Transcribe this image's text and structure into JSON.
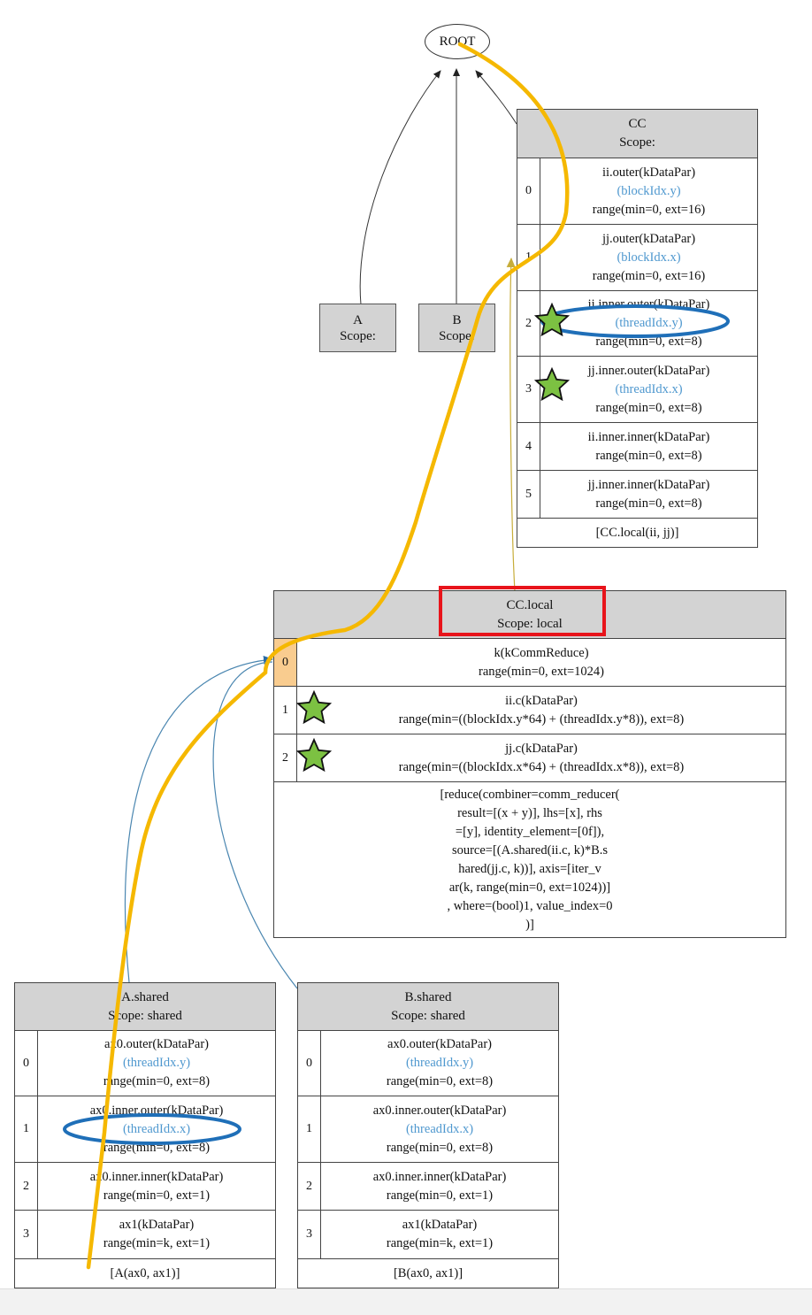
{
  "root": {
    "label": "ROOT"
  },
  "node_a": {
    "name": "A",
    "scope": "Scope:"
  },
  "node_b": {
    "name": "B",
    "scope": "Scope:"
  },
  "cc": {
    "title": "CC",
    "scope": "Scope:",
    "rows": [
      {
        "index": "0",
        "line1": "ii.outer(kDataPar)",
        "thread": "(blockIdx.y)",
        "range": "range(min=0, ext=16)"
      },
      {
        "index": "1",
        "line1": "jj.outer(kDataPar)",
        "thread": "(blockIdx.x)",
        "range": "range(min=0, ext=16)"
      },
      {
        "index": "2",
        "line1": "ii.inner.outer(kDataPar)",
        "thread": "(threadIdx.y)",
        "range": "range(min=0, ext=8)"
      },
      {
        "index": "3",
        "line1": "jj.inner.outer(kDataPar)",
        "thread": "(threadIdx.x)",
        "range": "range(min=0, ext=8)"
      },
      {
        "index": "4",
        "line1": "ii.inner.inner(kDataPar)",
        "range": "range(min=0, ext=8)"
      },
      {
        "index": "5",
        "line1": "jj.inner.inner(kDataPar)",
        "range": "range(min=0, ext=8)"
      }
    ],
    "footer": "[CC.local(ii, jj)]"
  },
  "cclocal": {
    "title": "CC.local",
    "scope": "Scope: local",
    "rows": [
      {
        "index": "0",
        "line1": "k(kCommReduce)",
        "range": "range(min=0, ext=1024)"
      },
      {
        "index": "1",
        "line1": "ii.c(kDataPar)",
        "range": "range(min=((blockIdx.y*64) + (threadIdx.y*8)), ext=8)"
      },
      {
        "index": "2",
        "line1": "jj.c(kDataPar)",
        "range": "range(min=((blockIdx.x*64) + (threadIdx.x*8)), ext=8)"
      }
    ],
    "footer_lines": [
      "[reduce(combiner=comm_reducer(",
      "result=[(x + y)], lhs=[x], rhs",
      "=[y], identity_element=[0f]),",
      "source=[(A.shared(ii.c, k)*B.s",
      "hared(jj.c, k))], axis=[iter_v",
      "ar(k, range(min=0, ext=1024))]",
      ", where=(bool)1, value_index=0",
      ")]"
    ]
  },
  "ashared": {
    "title": "A.shared",
    "scope": "Scope: shared",
    "rows": [
      {
        "index": "0",
        "line1": "ax0.outer(kDataPar)",
        "thread": "(threadIdx.y)",
        "range": "range(min=0, ext=8)"
      },
      {
        "index": "1",
        "line1": "ax0.inner.outer(kDataPar)",
        "thread": "(threadIdx.x)",
        "range": "range(min=0, ext=8)"
      },
      {
        "index": "2",
        "line1": "ax0.inner.inner(kDataPar)",
        "range": "range(min=0, ext=1)"
      },
      {
        "index": "3",
        "line1": "ax1(kDataPar)",
        "range": "range(min=k, ext=1)"
      }
    ],
    "footer": "[A(ax0, ax1)]"
  },
  "bshared": {
    "title": "B.shared",
    "scope": "Scope: shared",
    "rows": [
      {
        "index": "0",
        "line1": "ax0.outer(kDataPar)",
        "thread": "(threadIdx.y)",
        "range": "range(min=0, ext=8)"
      },
      {
        "index": "1",
        "line1": "ax0.inner.outer(kDataPar)",
        "thread": "(threadIdx.x)",
        "range": "range(min=0, ext=8)"
      },
      {
        "index": "2",
        "line1": "ax0.inner.inner(kDataPar)",
        "range": "range(min=0, ext=1)"
      },
      {
        "index": "3",
        "line1": "ax1(kDataPar)",
        "range": "range(min=k, ext=1)"
      }
    ],
    "footer": "[B(ax0, ax1)]"
  },
  "colors": {
    "header_bg": "#d3d3d3",
    "thread_text": "#4f98cf",
    "highlight_cell": "#f9cc8f",
    "path_stroke": "#f5b800",
    "ellipse_stroke": "#1f6fb8",
    "highlight_box": "#e8141b",
    "star_fill": "#7cc142",
    "blue_edge": "#4a86b0"
  }
}
